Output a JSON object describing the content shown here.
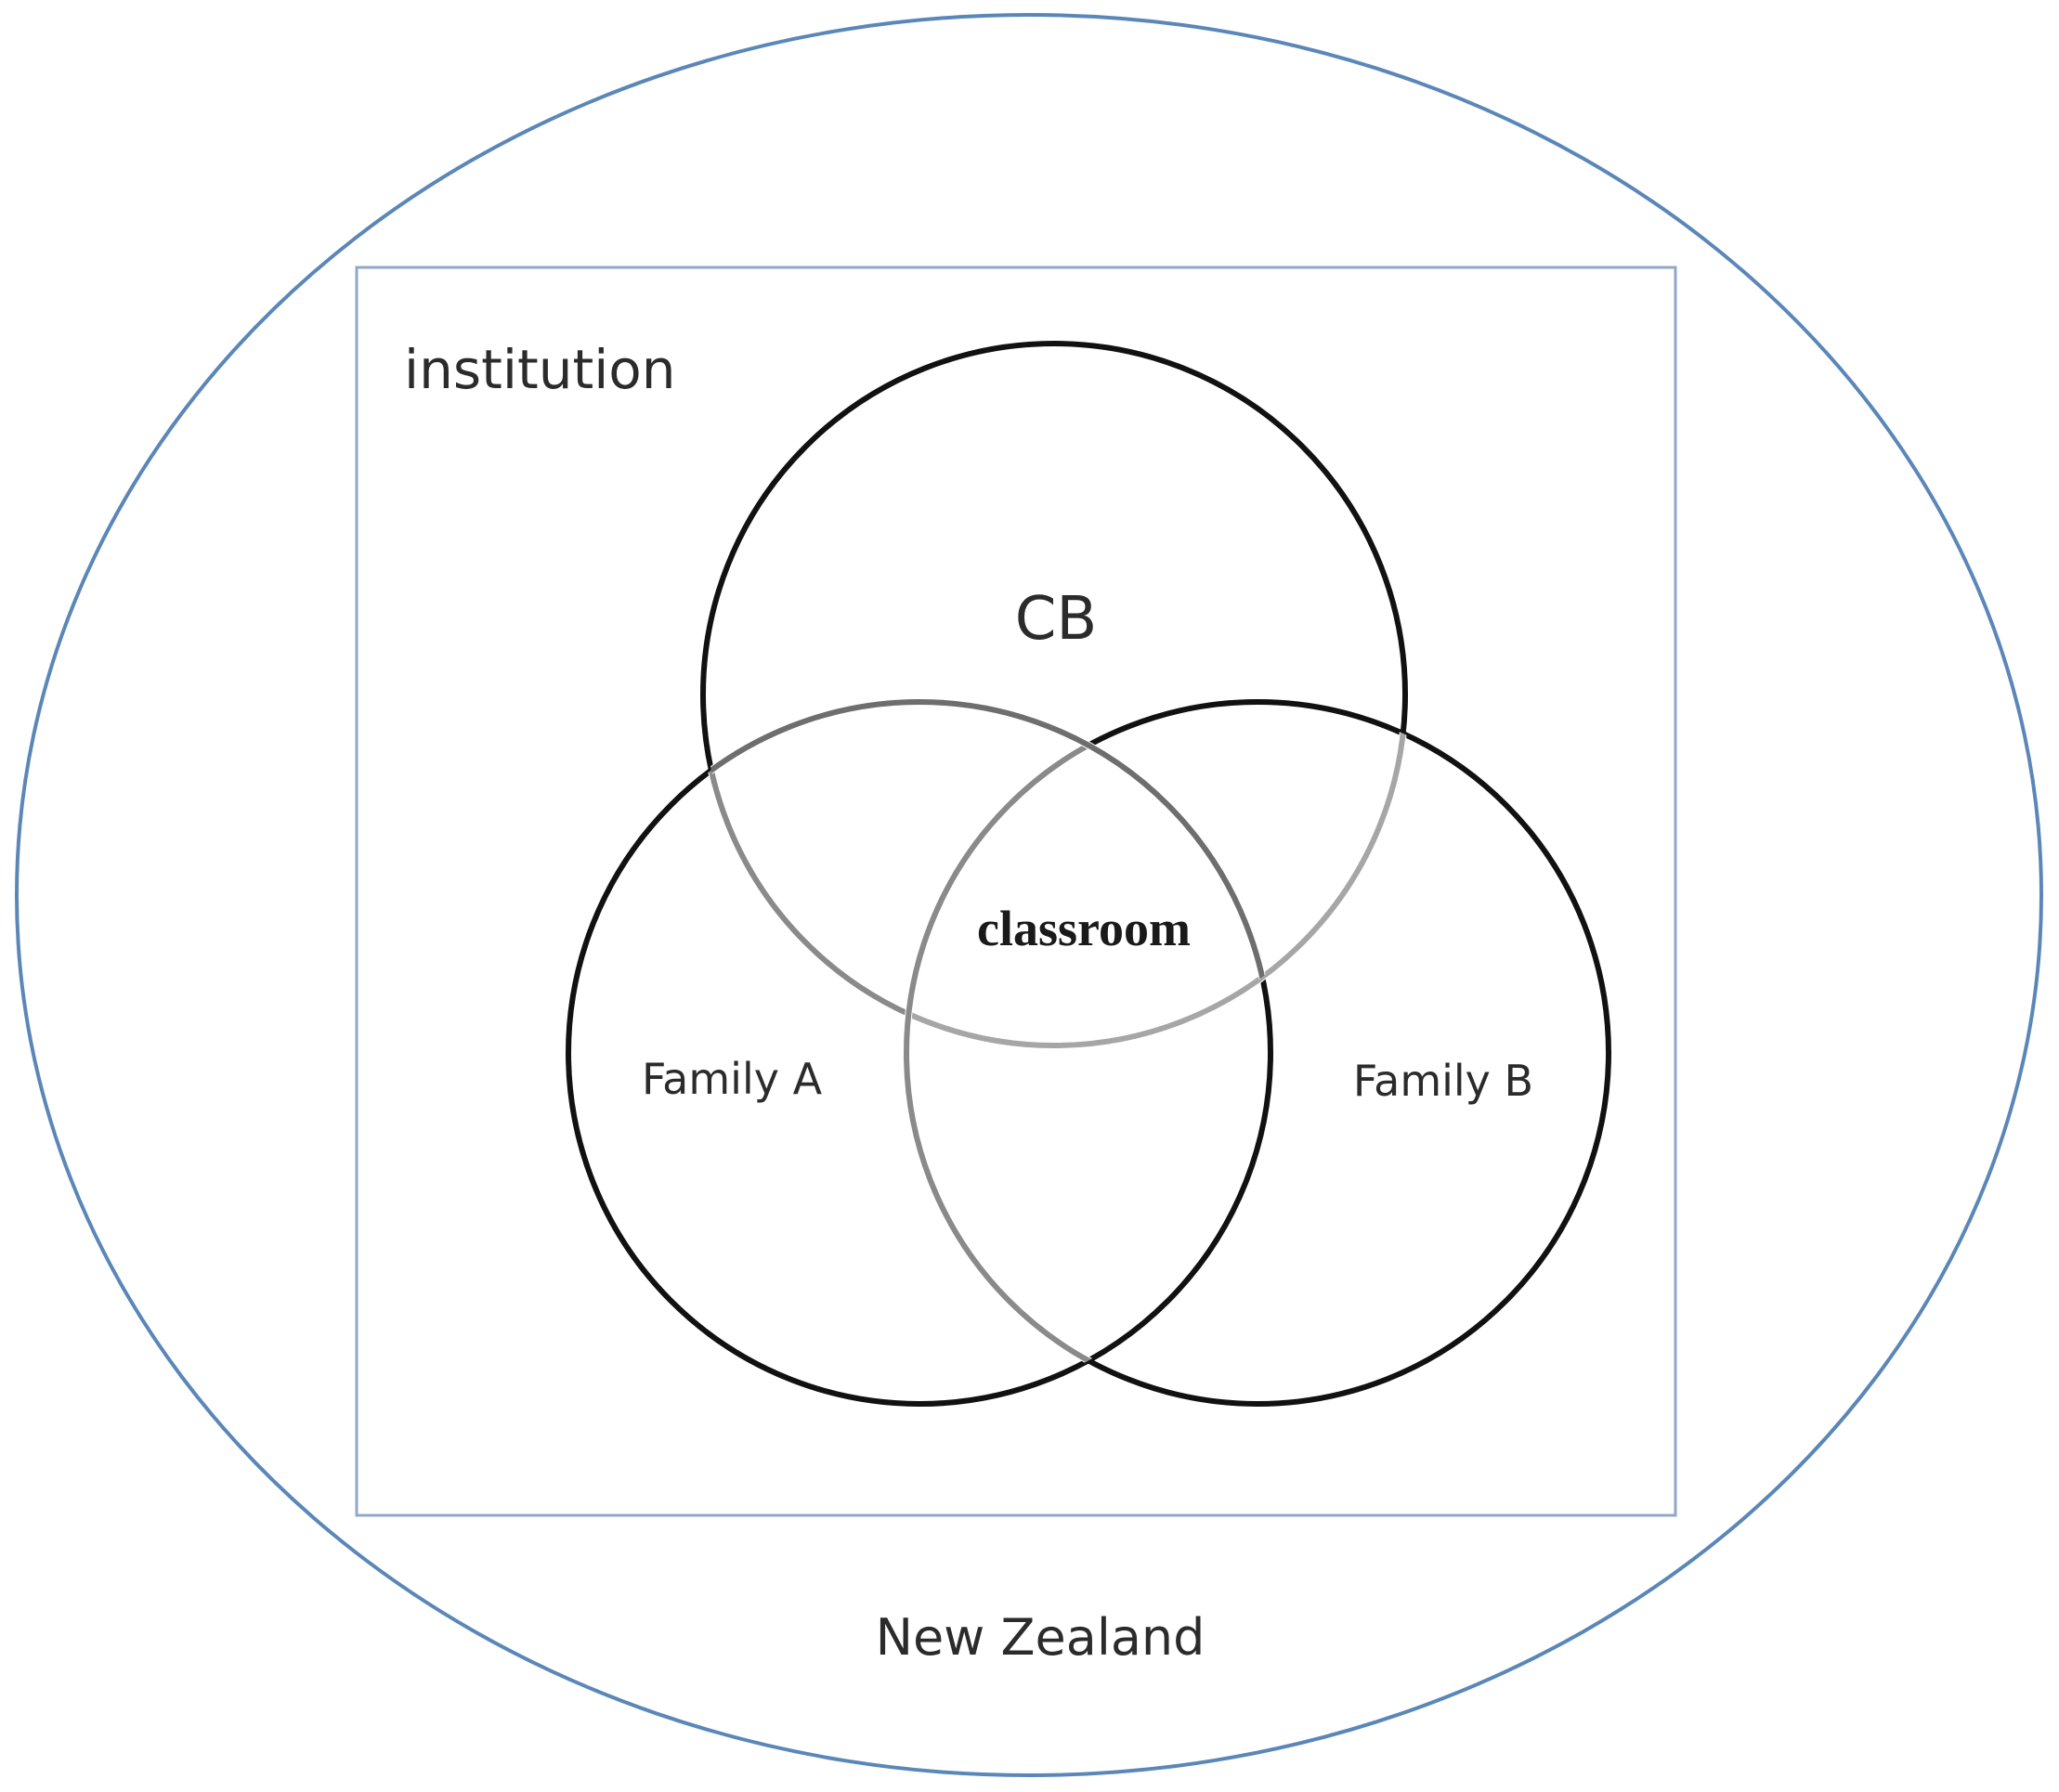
{
  "diagram": {
    "outer_region_label": "New Zealand",
    "box_label": "institution",
    "circle_top_label": "CB",
    "circle_left_label": "Family A",
    "circle_right_label": "Family B",
    "center_label": "classroom"
  },
  "colors": {
    "outer_ellipse": "#5b87b8",
    "institution_box": "#8fa8c8",
    "circle_stroke": "#111111",
    "overlap_stroke_gray": "#8a8a8a",
    "overlap_stroke_light": "#b8b8b8"
  }
}
